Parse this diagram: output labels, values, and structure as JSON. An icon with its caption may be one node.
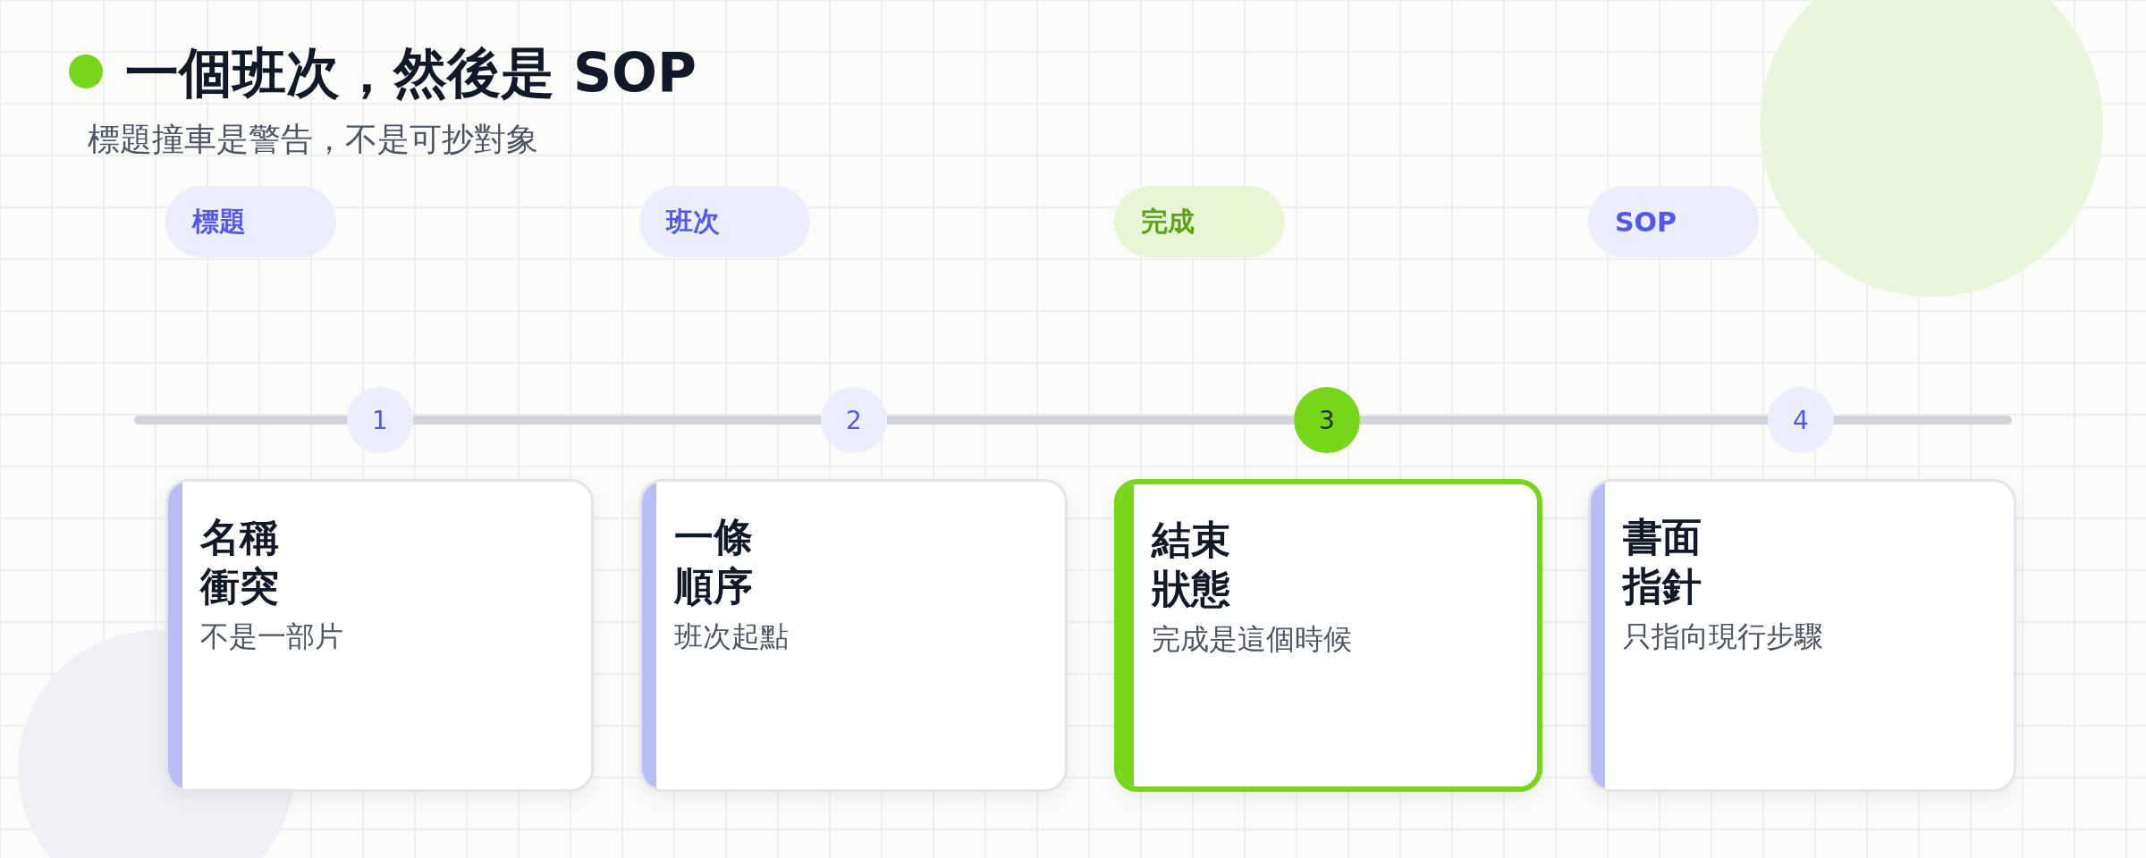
{
  "diagram": {
    "title": "一個班次，然後是 SOP",
    "caption": "標題撞車是警告，不是可抄對象",
    "nodes": [
      {
        "text": [
          "標題"
        ]
      },
      {
        "text": [
          "班次"
        ]
      },
      {
        "text": [
          "完成"
        ]
      },
      {
        "text": [
          "SOP"
        ]
      },
      {
        "text": [
          "1"
        ]
      },
      {
        "text": [
          "2"
        ]
      },
      {
        "text": [
          "3"
        ]
      },
      {
        "text": [
          "4"
        ]
      },
      {
        "text": [
          "名稱衝突",
          "不是一部片"
        ]
      },
      {
        "text": [
          "一條順序",
          "班次起點"
        ]
      },
      {
        "text": [
          "結束狀態",
          "完成是這個時候"
        ]
      },
      {
        "text": [
          "書面指針",
          "只指向現行步驟"
        ]
      }
    ],
    "edges": [
      {
        "from": 4,
        "to": 5,
        "arrow": "none"
      },
      {
        "from": 5,
        "to": 6,
        "arrow": "none"
      },
      {
        "from": 6,
        "to": 7,
        "arrow": "none"
      }
    ]
  }
}
